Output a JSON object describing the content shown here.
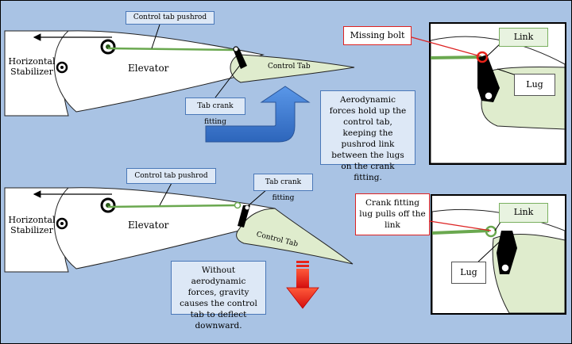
{
  "top": {
    "pushrod_label": "Control tab pushrod",
    "stabilizer_label": "Horizontal\nStabilizer",
    "elevator_label": "Elevator",
    "control_tab_label": "Control Tab",
    "crank_label": "Tab crank fitting",
    "note": "Aerodynamic forces hold up the control tab, keeping the pushrod link between the lugs on the crank fitting."
  },
  "bottom": {
    "pushrod_label": "Control tab pushrod",
    "stabilizer_label": "Horizontal\nStabilizer",
    "elevator_label": "Elevator",
    "control_tab_label": "Control Tab",
    "crank_label": "Tab crank fitting",
    "note": "Without aerodynamic forces, gravity causes the control tab to deflect downward."
  },
  "detail_top": {
    "missing_bolt_label": "Missing bolt",
    "link_label": "Link",
    "lug_label": "Lug"
  },
  "detail_bottom": {
    "crank_pull_label": "Crank fitting lug pulls off the link",
    "link_label": "Link",
    "lug_label": "Lug"
  },
  "colors": {
    "background": "#a9c3e4",
    "tab_fill": "#dfeccd",
    "pushrod": "#6aa84f",
    "up_arrow": "#3f7fd6",
    "down_arrow": "#e8231a",
    "callout_red": "#dd2222"
  }
}
